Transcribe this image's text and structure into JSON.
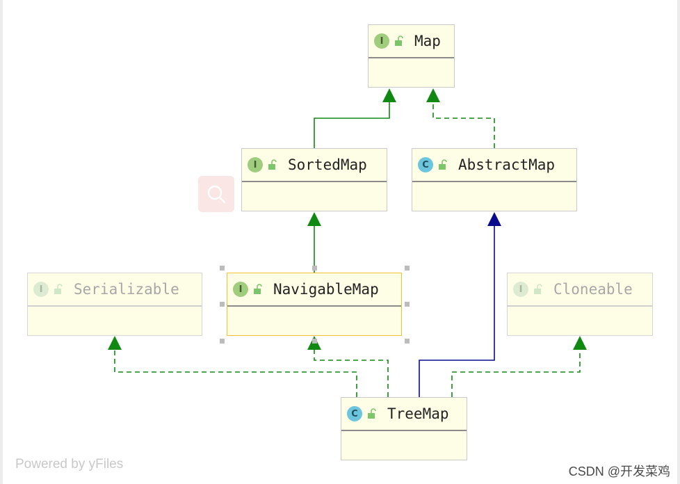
{
  "nodes": {
    "map": {
      "name": "Map",
      "kind": "interface"
    },
    "sorted_map": {
      "name": "SortedMap",
      "kind": "interface"
    },
    "abstract_map": {
      "name": "AbstractMap",
      "kind": "class"
    },
    "serializable": {
      "name": "Serializable",
      "kind": "interface"
    },
    "navigable_map": {
      "name": "NavigableMap",
      "kind": "interface"
    },
    "cloneable": {
      "name": "Cloneable",
      "kind": "interface"
    },
    "tree_map": {
      "name": "TreeMap",
      "kind": "class"
    }
  },
  "badges": {
    "interface": "I",
    "class": "C"
  },
  "colors": {
    "extends_interface": "#118811",
    "implements": "#118811",
    "extends_class": "#0a0a8c",
    "node_fill": "#fefee6",
    "selection": "#f2c230"
  },
  "footer": {
    "powered_by": "Powered by yFiles",
    "watermark": "CSDN @开发菜鸡"
  }
}
